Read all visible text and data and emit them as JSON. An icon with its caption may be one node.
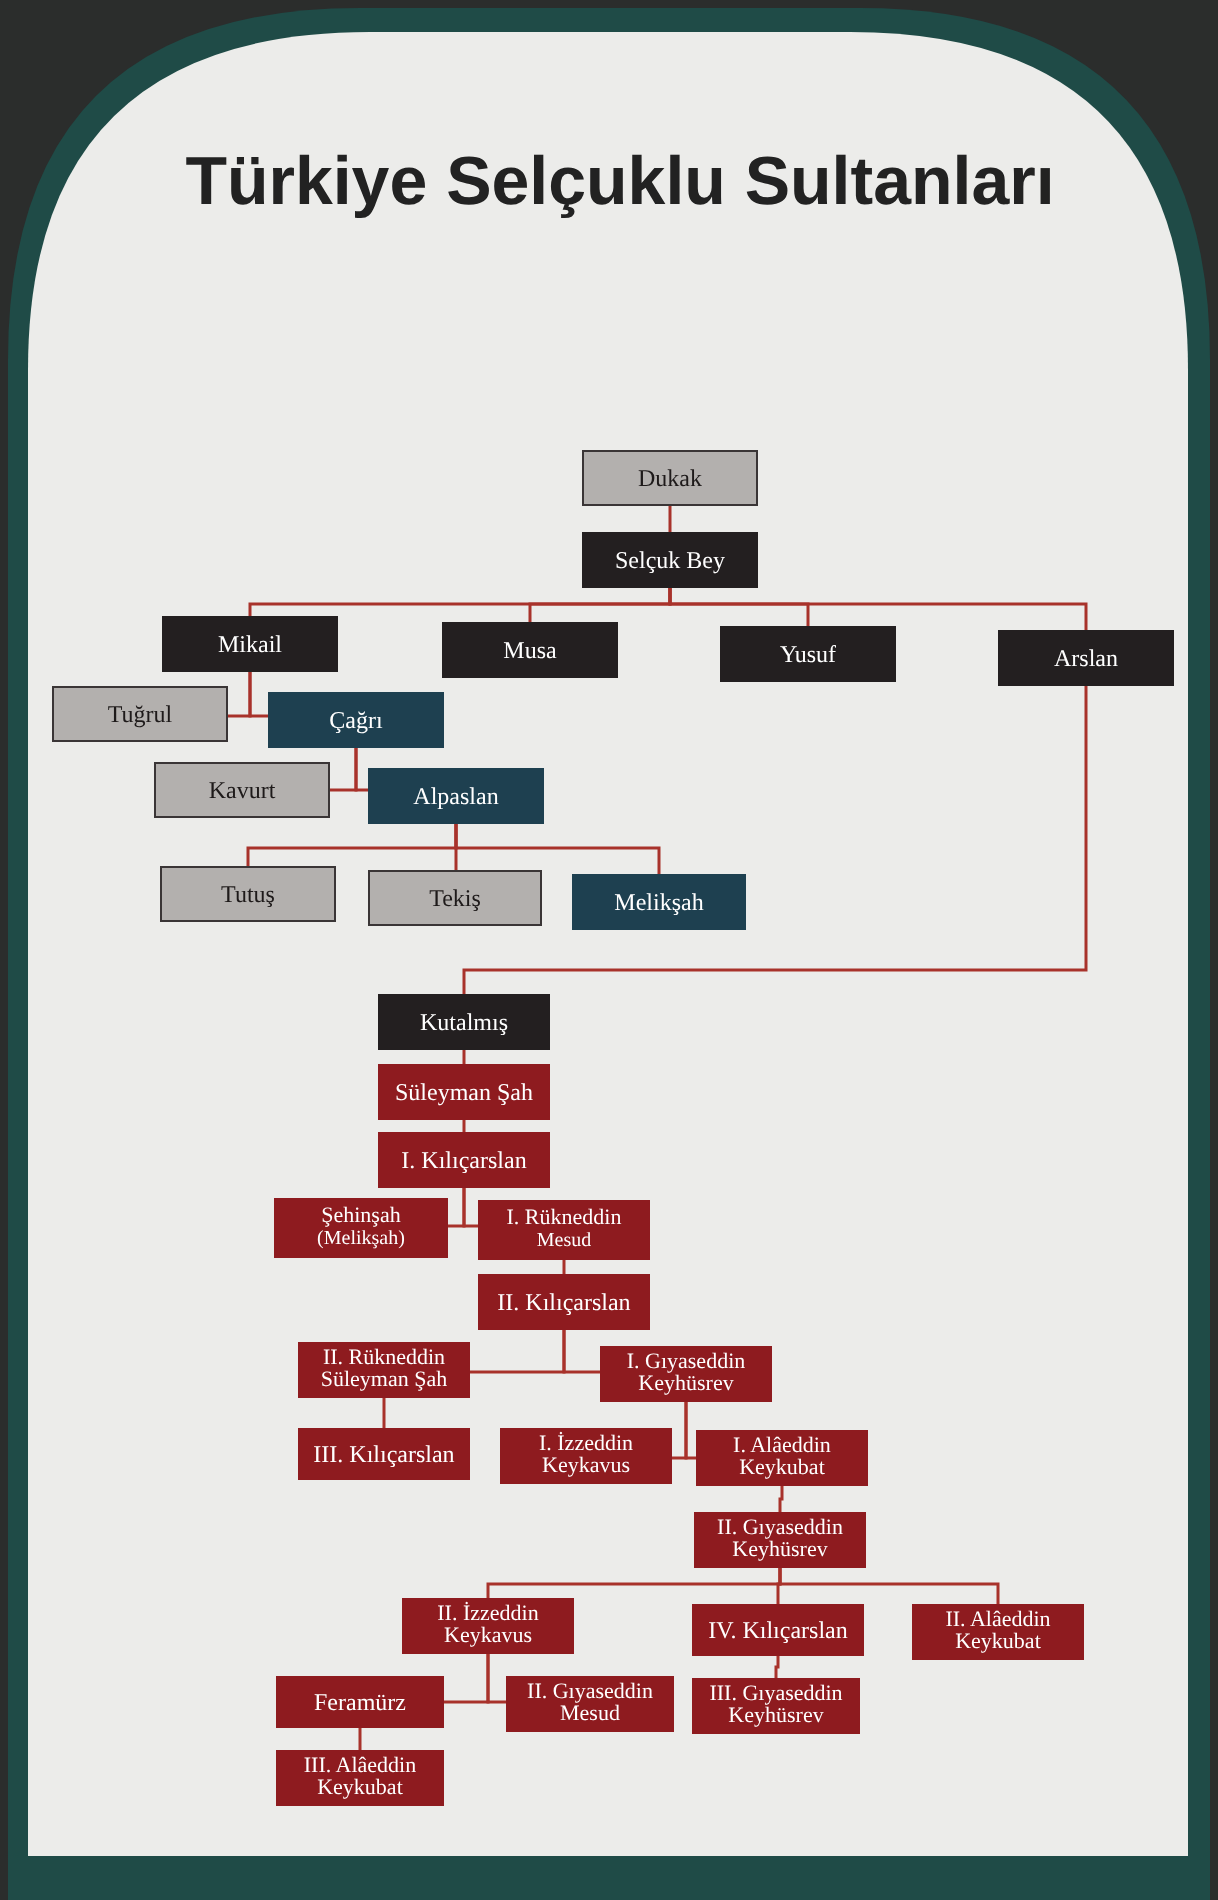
{
  "diagram": {
    "title": "Türkiye Selçuklu Sultanları",
    "nodes": [
      {
        "text": [
          "Dukak"
        ]
      },
      {
        "text": [
          "Selçuk Bey"
        ]
      },
      {
        "text": [
          "Mikail"
        ]
      },
      {
        "text": [
          "Musa"
        ]
      },
      {
        "text": [
          "Yusuf"
        ]
      },
      {
        "text": [
          "Arslan"
        ]
      },
      {
        "text": [
          "Tuğrul"
        ]
      },
      {
        "text": [
          "Çağrı"
        ]
      },
      {
        "text": [
          "Kavurt"
        ]
      },
      {
        "text": [
          "Alpaslan"
        ]
      },
      {
        "text": [
          "Tutuş"
        ]
      },
      {
        "text": [
          "Tekiş"
        ]
      },
      {
        "text": [
          "Melikşah"
        ]
      },
      {
        "text": [
          "Kutalmış"
        ]
      },
      {
        "text": [
          "Süleyman Şah"
        ]
      },
      {
        "text": [
          "I. Kılıçarslan"
        ]
      },
      {
        "text": [
          "Şehinşah",
          "(Melikşah)"
        ]
      },
      {
        "text": [
          "I. Rükneddin",
          "Mesud"
        ]
      },
      {
        "text": [
          "II. Kılıçarslan"
        ]
      },
      {
        "text": [
          "II. Rükneddin Süleyman Şah"
        ]
      },
      {
        "text": [
          "I. Gıyaseddin Keyhüsrev"
        ]
      },
      {
        "text": [
          "III. Kılıçarslan"
        ]
      },
      {
        "text": [
          "I. İzzeddin Keykavus"
        ]
      },
      {
        "text": [
          "I. Alâeddin Keykubat"
        ]
      },
      {
        "text": [
          "II. Gıyaseddin Keyhüsrev"
        ]
      },
      {
        "text": [
          "II. İzzeddin Keykavus"
        ]
      },
      {
        "text": [
          "IV. Kılıçarslan"
        ]
      },
      {
        "text": [
          "II. Alâeddin Keykubat"
        ]
      },
      {
        "text": [
          "Feramürz"
        ]
      },
      {
        "text": [
          "II. Gıyaseddin Mesud"
        ]
      },
      {
        "text": [
          "III. Gıyaseddin Keyhüsrev"
        ]
      },
      {
        "text": [
          "III. Alâeddin Keykubat"
        ]
      }
    ],
    "edges": [
      {
        "from": 0,
        "to": 1,
        "arrow": "none"
      },
      {
        "from": 1,
        "to": 2,
        "arrow": "none"
      },
      {
        "from": 1,
        "to": 3,
        "arrow": "none"
      },
      {
        "from": 1,
        "to": 4,
        "arrow": "none"
      },
      {
        "from": 1,
        "to": 5,
        "arrow": "none"
      },
      {
        "from": 2,
        "to": 6,
        "arrow": "none"
      },
      {
        "from": 2,
        "to": 7,
        "arrow": "none"
      },
      {
        "from": 7,
        "to": 8,
        "arrow": "none"
      },
      {
        "from": 7,
        "to": 9,
        "arrow": "none"
      },
      {
        "from": 9,
        "to": 10,
        "arrow": "none"
      },
      {
        "from": 9,
        "to": 11,
        "arrow": "none"
      },
      {
        "from": 9,
        "to": 12,
        "arrow": "none"
      },
      {
        "from": 5,
        "to": 13,
        "arrow": "none"
      },
      {
        "from": 13,
        "to": 14,
        "arrow": "none"
      },
      {
        "from": 14,
        "to": 15,
        "arrow": "none"
      },
      {
        "from": 15,
        "to": 16,
        "arrow": "none"
      },
      {
        "from": 15,
        "to": 17,
        "arrow": "none"
      },
      {
        "from": 17,
        "to": 18,
        "arrow": "none"
      },
      {
        "from": 18,
        "to": 19,
        "arrow": "none"
      },
      {
        "from": 18,
        "to": 20,
        "arrow": "none"
      },
      {
        "from": 19,
        "to": 21,
        "arrow": "none"
      },
      {
        "from": 20,
        "to": 22,
        "arrow": "none"
      },
      {
        "from": 20,
        "to": 23,
        "arrow": "none"
      },
      {
        "from": 23,
        "to": 24,
        "arrow": "none"
      },
      {
        "from": 24,
        "to": 25,
        "arrow": "none"
      },
      {
        "from": 24,
        "to": 26,
        "arrow": "none"
      },
      {
        "from": 24,
        "to": 27,
        "arrow": "none"
      },
      {
        "from": 25,
        "to": 28,
        "arrow": "none"
      },
      {
        "from": 25,
        "to": 29,
        "arrow": "none"
      },
      {
        "from": 26,
        "to": 30,
        "arrow": "none"
      },
      {
        "from": 28,
        "to": 31,
        "arrow": "none"
      }
    ]
  }
}
